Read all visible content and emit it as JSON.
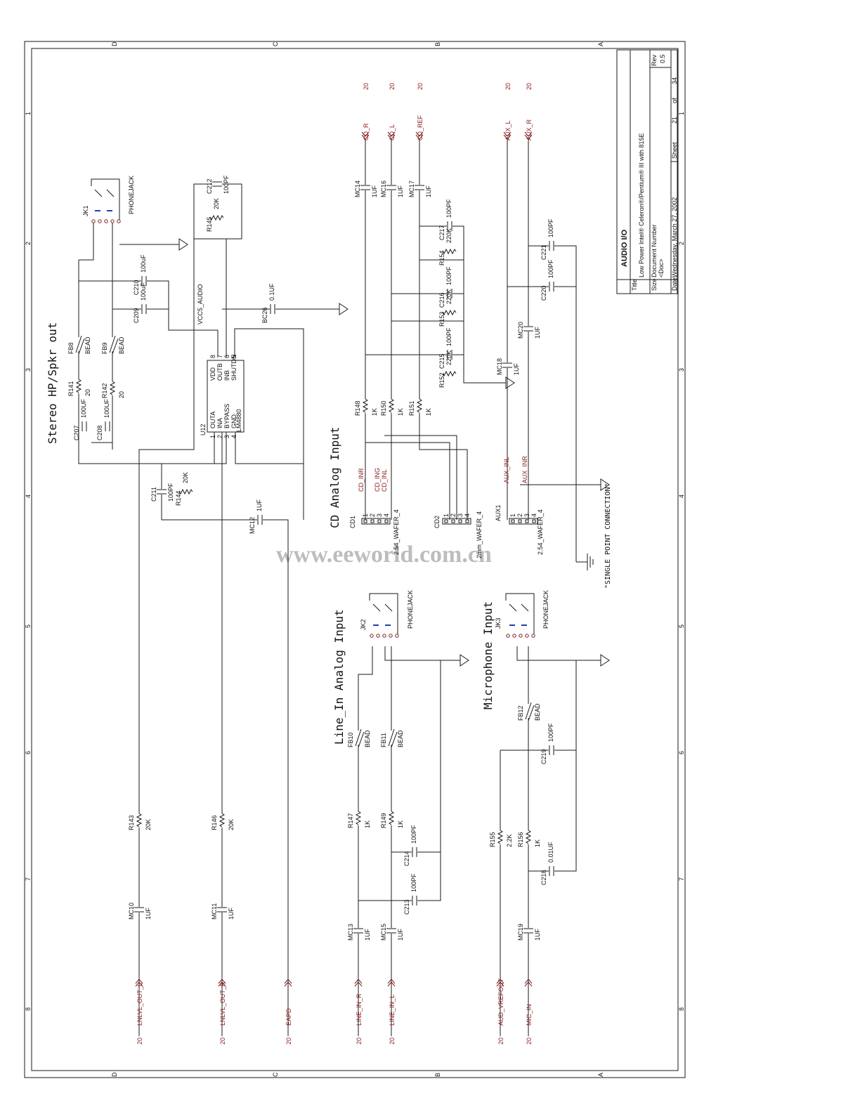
{
  "title_block": {
    "title_label": "Title",
    "title": "AUDIO I/O",
    "subtitle": "Low Power Intel® Celeron®/Pentium® III with 815E",
    "size_label": "Size",
    "docnum_label": "Document Number",
    "docnum": "<Doc>",
    "rev_label": "Rev",
    "rev": "0.5",
    "date_label": "Date:",
    "date": "Wednesday, March 27, 2002",
    "sheet_label": "Sheet",
    "sheet": "21",
    "of_label": "of",
    "total": "34"
  },
  "section_titles": {
    "stereo": "Stereo HP/Spkr out",
    "cd": "CD Analog Input",
    "line_in": "Line_In Analog Input",
    "mic": "Microphone Input",
    "spc": "\"SINGLE POINT CONNECTION\""
  },
  "watermark": "www.eeworld.com.cn",
  "border": {
    "cols": [
      "D",
      "C",
      "B",
      "A"
    ],
    "rows": [
      "1",
      "2",
      "3",
      "4",
      "5",
      "6",
      "7",
      "8"
    ]
  },
  "top_ports": [
    {
      "name": "CD_R",
      "sheet": "20"
    },
    {
      "name": "CD_L",
      "sheet": "20"
    },
    {
      "name": "CD_REF",
      "sheet": "20"
    },
    {
      "name": "AUX_L",
      "sheet": "20"
    },
    {
      "name": "AUX_R",
      "sheet": "20"
    }
  ],
  "bottom_ports": [
    {
      "name": "LNLVL_OUT_L",
      "sheet": "20"
    },
    {
      "name": "LNLVL_OUT_R",
      "sheet": "20"
    },
    {
      "name": "EAPD",
      "sheet": "20"
    },
    {
      "name": "LINE_IN_R",
      "sheet": "20"
    },
    {
      "name": "LINE_IN_L",
      "sheet": "20"
    },
    {
      "name": "AUD_VREFOUT",
      "sheet": "20"
    },
    {
      "name": "MIC_IN",
      "sheet": "20"
    }
  ],
  "amp": {
    "ref": "U12",
    "part": "LM4880",
    "pins_left": [
      "OUTA",
      "INA",
      "BYPASS",
      "GND"
    ],
    "pins_right": [
      "VDD",
      "OUTB",
      "INB",
      "SHUTDN"
    ],
    "nums_left": [
      "1",
      "2",
      "3",
      "4"
    ],
    "nums_right": [
      "8",
      "7",
      "6",
      "5"
    ]
  },
  "power_net": "VCC5_AUDIO",
  "jacks": {
    "jk1": "JK1",
    "jk2": "JK2",
    "jk3": "JK3",
    "part": "PHONEJACK"
  },
  "connectors": {
    "cd1": "CD1",
    "cd1_part": "2.54_WAFER_4",
    "cd2": "CD2",
    "cd2_part": "2mm_WAFER_4",
    "aux1": "AUX1",
    "aux1_part": "2.54_WAFER_4",
    "pins": [
      "1",
      "2",
      "3",
      "4"
    ]
  },
  "nets": {
    "cd_inr": "CD_INR",
    "cd_ing": "CD_ING",
    "cd_inl": "CD_INL",
    "aux_inl": "AUX_INL",
    "aux_inr": "AUX_INR"
  },
  "components": [
    {
      "ref": "C212",
      "val": "100PF"
    },
    {
      "ref": "R145",
      "val": "20K"
    },
    {
      "ref": "C210",
      "val": "100uF"
    },
    {
      "ref": "C209",
      "val": "100uF"
    },
    {
      "ref": "BC26",
      "val": "0.1UF"
    },
    {
      "ref": "FB8",
      "val": "BEAD"
    },
    {
      "ref": "FB9",
      "val": "BEAD"
    },
    {
      "ref": "R141",
      "val": "20"
    },
    {
      "ref": "R142",
      "val": "20"
    },
    {
      "ref": "C207",
      "val": "100UF"
    },
    {
      "ref": "C208",
      "val": "100UF"
    },
    {
      "ref": "C211",
      "val": "100PF"
    },
    {
      "ref": "R144",
      "val": "20K"
    },
    {
      "ref": "MC12",
      "val": "1UF"
    },
    {
      "ref": "MC14",
      "val": "1UF"
    },
    {
      "ref": "MC16",
      "val": "1UF"
    },
    {
      "ref": "MC17",
      "val": "1UF"
    },
    {
      "ref": "C217",
      "val": "100PF"
    },
    {
      "ref": "R154",
      "val": "220K"
    },
    {
      "ref": "C216",
      "val": "100PF"
    },
    {
      "ref": "R153",
      "val": "220K"
    },
    {
      "ref": "C215",
      "val": "100PF"
    },
    {
      "ref": "R152",
      "val": "220K"
    },
    {
      "ref": "R148",
      "val": "1K"
    },
    {
      "ref": "R150",
      "val": "1K"
    },
    {
      "ref": "R151",
      "val": "1K"
    },
    {
      "ref": "C221",
      "val": "100PF"
    },
    {
      "ref": "C220",
      "val": "100PF"
    },
    {
      "ref": "MC20",
      "val": "1UF"
    },
    {
      "ref": "MC18",
      "val": "1UF"
    },
    {
      "ref": "FB10",
      "val": "BEAD"
    },
    {
      "ref": "FB11",
      "val": "BEAD"
    },
    {
      "ref": "R147",
      "val": "1K"
    },
    {
      "ref": "R149",
      "val": "1K"
    },
    {
      "ref": "C214",
      "val": "100PF"
    },
    {
      "ref": "C213",
      "val": "100PF"
    },
    {
      "ref": "MC13",
      "val": "1UF"
    },
    {
      "ref": "MC15",
      "val": "1UF"
    },
    {
      "ref": "FB12",
      "val": "BEAD"
    },
    {
      "ref": "C219",
      "val": "100PF"
    },
    {
      "ref": "R155",
      "val": "2.2K"
    },
    {
      "ref": "R156",
      "val": "1K"
    },
    {
      "ref": "C218",
      "val": "0.01UF"
    },
    {
      "ref": "MC19",
      "val": "1UF"
    },
    {
      "ref": "R143",
      "val": "20K"
    },
    {
      "ref": "R146",
      "val": "20K"
    },
    {
      "ref": "MC10",
      "val": "1UF"
    },
    {
      "ref": "MC11",
      "val": "1UF"
    }
  ]
}
